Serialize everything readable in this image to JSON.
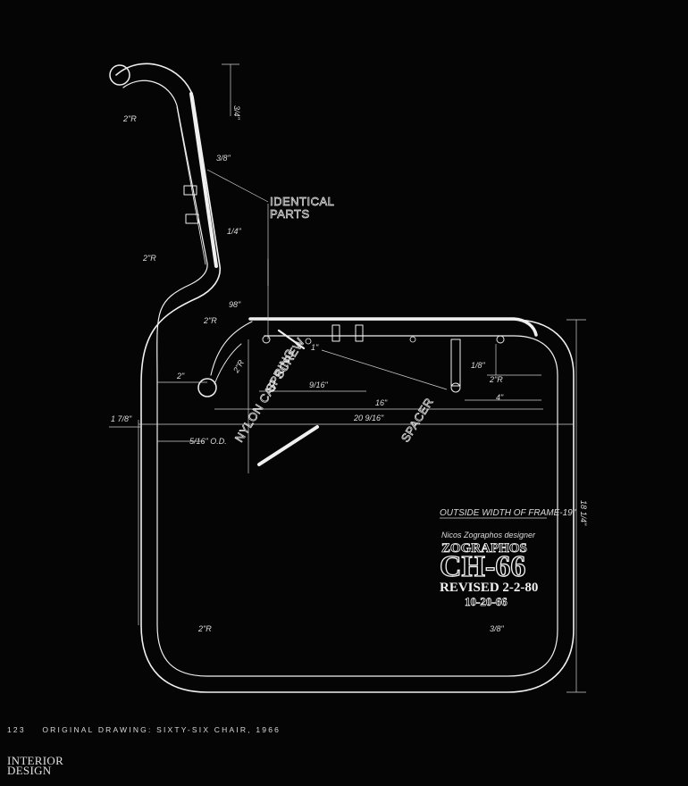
{
  "caption": {
    "page_number": "123",
    "text": "ORIGINAL DRAWING: SIXTY-SIX CHAIR, 1966"
  },
  "logo": {
    "line1": "INTERIOR",
    "line2": "DESIGN"
  },
  "drawing": {
    "identical_parts": [
      "IDENTICAL",
      "PARTS"
    ],
    "spring": "SPRING",
    "nylon_cap_screw": "NYLON CAP SCREW",
    "spacer": "SPACER",
    "outside_width": "OUTSIDE WIDTH OF FRAME-19\"",
    "designer_line": "Nicos Zographos designer",
    "designer_name": "ZOGRAPHOS",
    "model": "CH-66",
    "revised": "REVISED 2-2-80",
    "date_line": "10-20-66",
    "dims": {
      "d_3_quarter": "3/4\"",
      "d_3_8": "3/8\"",
      "d_2R_a": "2\"R",
      "d_2R_b": "2\"R",
      "d_2R_c": "2\"R",
      "d_2R_d": "2\"R",
      "d_2R_e": "2\"R",
      "d_2R_f": "2\"R",
      "d_2": "2\"",
      "d_9_16": "9/16\"",
      "d_16": "16\"",
      "d_20": "20 9/16\"",
      "d_1_7_8": "1 7/8\"",
      "d_od": "5/16\" O.D.",
      "d_4": "4\"",
      "d_1_4": "1/4\"",
      "d_98": "98\"",
      "d_1_8": "1/8\"",
      "d_18": "18 1/4\"",
      "d_3_8b": "3/8\"",
      "d_1": "1\""
    }
  }
}
